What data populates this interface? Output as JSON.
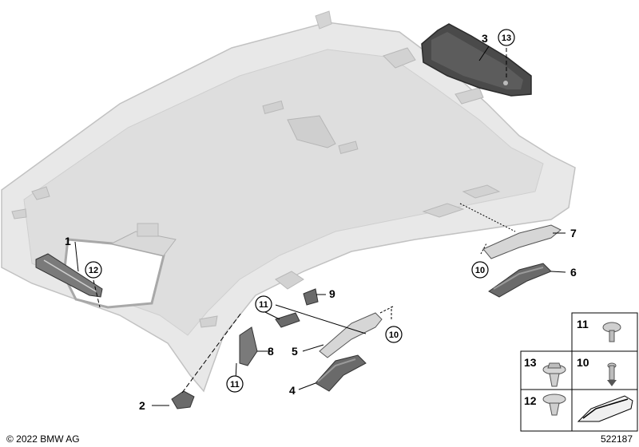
{
  "footer": {
    "copyright": "© 2022 BMW AG",
    "diagram_number": "522187"
  },
  "callouts": [
    {
      "id": "1",
      "text": "1"
    },
    {
      "id": "2",
      "text": "2"
    },
    {
      "id": "3",
      "text": "3"
    },
    {
      "id": "4",
      "text": "4"
    },
    {
      "id": "5",
      "text": "5"
    },
    {
      "id": "6",
      "text": "6"
    },
    {
      "id": "7",
      "text": "7"
    },
    {
      "id": "8",
      "text": "8"
    },
    {
      "id": "9",
      "text": "9"
    }
  ],
  "circled_callouts": [
    {
      "id": "13",
      "text": "13"
    },
    {
      "id": "12",
      "text": "12"
    },
    {
      "id": "11a",
      "text": "11"
    },
    {
      "id": "11b",
      "text": "11"
    },
    {
      "id": "10a",
      "text": "10"
    },
    {
      "id": "10b",
      "text": "10"
    }
  ],
  "parts_table": {
    "cells": [
      {
        "num": "11"
      },
      {
        "num": "13"
      },
      {
        "num": "10"
      },
      {
        "num": "12"
      }
    ]
  },
  "colors": {
    "headliner": "#e6e6e6",
    "headliner_edge": "#c4c4c4",
    "part_dark": "#4a4a4a",
    "part_mid": "#8c8c8c",
    "line": "#000000"
  }
}
